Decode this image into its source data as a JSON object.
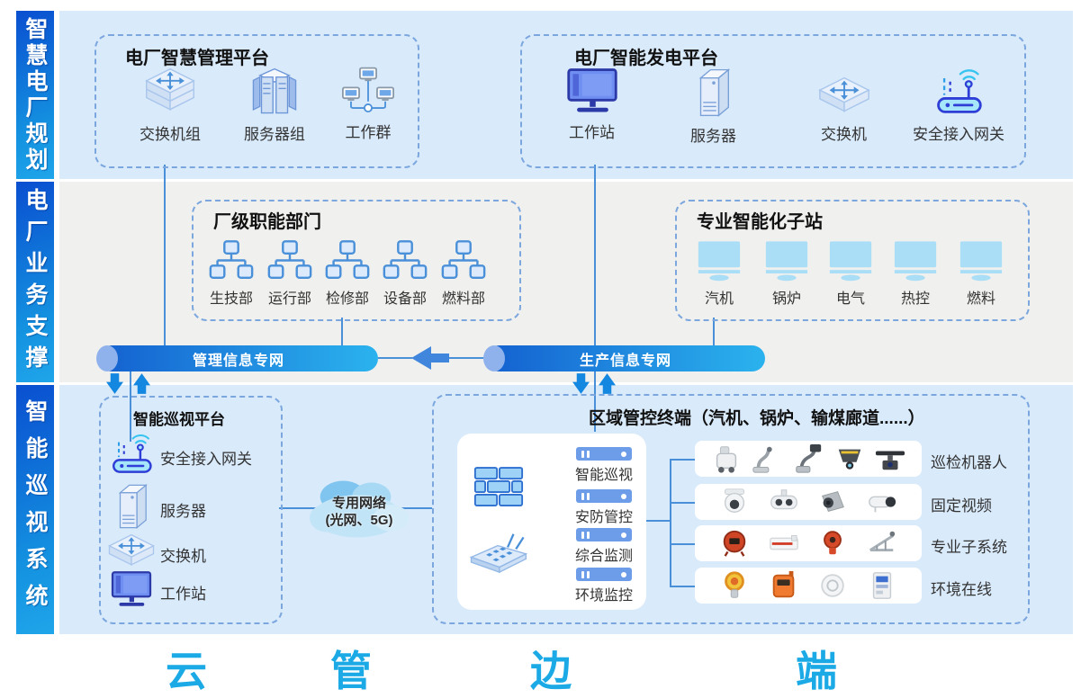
{
  "colors": {
    "band_blue": "#d9eafb",
    "band_gray": "#f0f0ee",
    "sidebar_gradient_start": "#0a4fd0",
    "sidebar_gradient_end": "#1fa5ea",
    "dashed_border": "#7ba6de",
    "connector_line": "#4a90d9",
    "pipe_gradient_start": "#1460d0",
    "pipe_gradient_end": "#2bb3ee",
    "arrow_blue": "#1488e0",
    "footer_cyan": "#1caae6"
  },
  "sidebar": {
    "sections": [
      "智慧电厂规划",
      "电厂业务支撑",
      "智能巡视系统"
    ]
  },
  "boxes": {
    "management": {
      "title": "电厂智慧管理平台",
      "items": [
        "交换机组",
        "服务器组",
        "工作群"
      ]
    },
    "generation": {
      "title": "电厂智能发电平台",
      "items": [
        "工作站",
        "服务器",
        "交换机",
        "安全接入网关"
      ]
    },
    "departments": {
      "title": "厂级职能部门",
      "items": [
        "生技部",
        "运行部",
        "检修部",
        "设备部",
        "燃料部"
      ]
    },
    "substations": {
      "title": "专业智能化子站",
      "items": [
        "汽机",
        "锅炉",
        "电气",
        "热控",
        "燃料"
      ]
    },
    "patrol": {
      "title": "智能巡视平台",
      "items": [
        "安全接入网关",
        "服务器",
        "交换机",
        "工作站"
      ]
    },
    "edge": {
      "title": "区域管控终端（汽机、锅炉、输煤廊道......）",
      "modules": [
        "智能巡视",
        "安防管控",
        "综合监测",
        "环境监控"
      ],
      "rows": [
        "巡检机器人",
        "固定视频",
        "专业子系统",
        "环境在线"
      ]
    }
  },
  "pipes": {
    "management": "管理信息专网",
    "production": "生产信息专网"
  },
  "cloud": {
    "line1": "专用网络",
    "line2": "(光网、5G)"
  },
  "footer": {
    "labels": [
      "云",
      "管",
      "边",
      "端"
    ]
  },
  "icons": {
    "management": [
      "switch-stack-icon",
      "server-group-icon",
      "workstation-group-icon"
    ],
    "generation": [
      "workstation-icon",
      "server-tower-icon",
      "switch-icon",
      "secure-gateway-icon"
    ],
    "patrol": [
      "secure-gateway-icon",
      "server-tower-icon",
      "switch-icon",
      "workstation-icon"
    ],
    "departments": "org-chart-icon",
    "substations": "monitor-icon",
    "edge": [
      "firewall-icon",
      "wireless-ap-icon",
      "server-module-icon"
    ],
    "misc": [
      "cloud-icon",
      "left-arrow-icon",
      "down-arrow-icon",
      "up-arrow-icon"
    ]
  }
}
